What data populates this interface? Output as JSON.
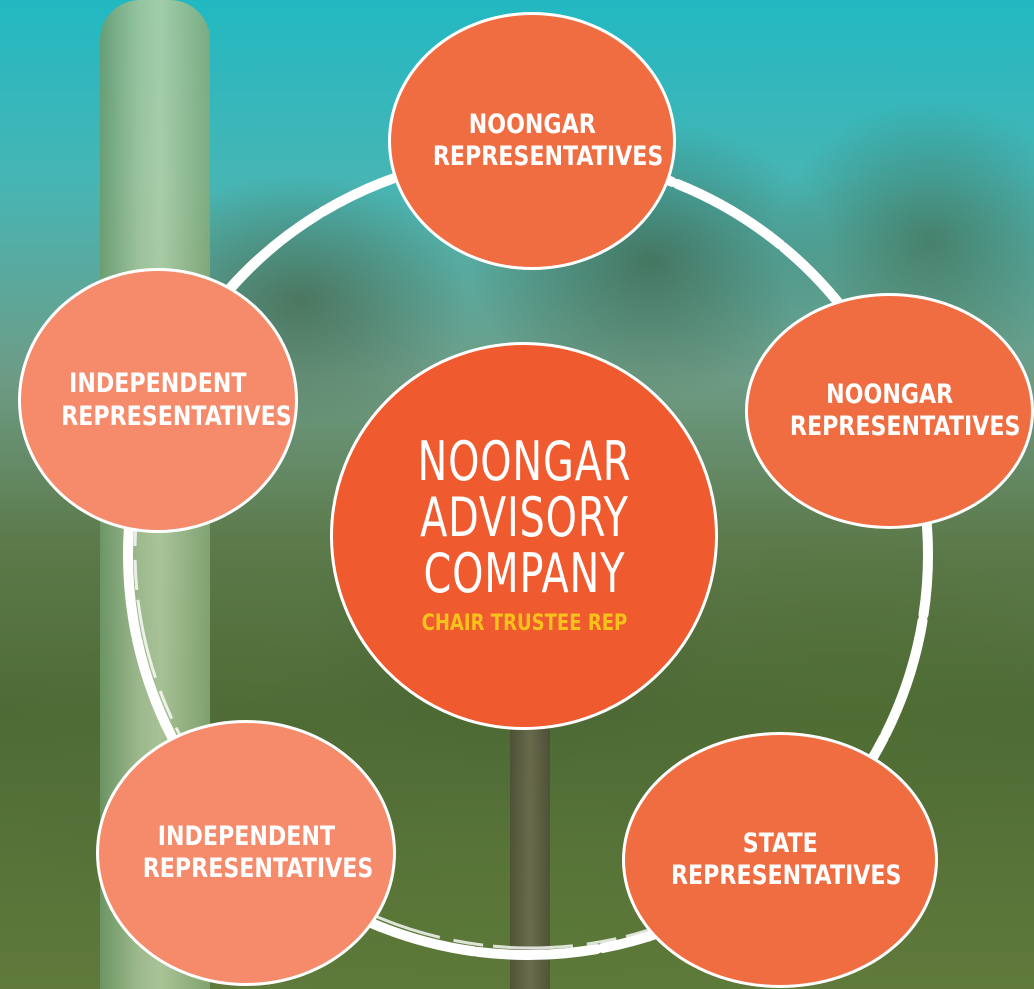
{
  "colors": {
    "center_fill": "#ef5a2f",
    "outer_fill_dark": "#f06d42",
    "outer_fill_light": "#f58b6a",
    "subtitle_text": "#f7c21b",
    "ring_stroke": "#ffffff"
  },
  "center": {
    "title_line1": "NOONGAR",
    "title_line2": "ADVISORY",
    "title_line3": "COMPANY",
    "subtitle": "CHAIR TRUSTEE REP"
  },
  "nodes": {
    "top": {
      "line1": "NOONGAR",
      "line2": "REPRESENTATIVES"
    },
    "right": {
      "line1": "NOONGAR",
      "line2": "REPRESENTATIVES"
    },
    "bottom_right": {
      "line1": "STATE",
      "line2": "REPRESENTATIVES"
    },
    "bottom_left": {
      "line1": "INDEPENDENT",
      "line2": "REPRESENTATIVES"
    },
    "left": {
      "line1": "INDEPENDENT",
      "line2": "REPRESENTATIVES"
    }
  }
}
